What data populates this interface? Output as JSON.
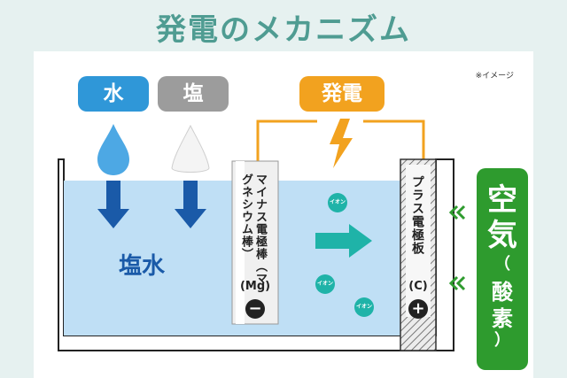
{
  "title": "発電のメカニズム",
  "note": "※イメージ",
  "labels": {
    "water": "水",
    "salt": "塩",
    "power": "発電",
    "salt_water": "塩水",
    "minus_electrode": "マイナス電極棒（マグネシウム棒）",
    "minus_electrode_sub": "(Mg)",
    "plus_electrode": "プラス電極板",
    "plus_electrode_sub": "(C)",
    "ion": "イオン",
    "minus_sign": "−",
    "plus_sign": "+",
    "air_main_1": "空",
    "air_main_2": "気",
    "air_sub_open": "（",
    "air_sub_1": "酸",
    "air_sub_2": "素",
    "air_sub_close": "）"
  },
  "colors": {
    "title": "#4f9c92",
    "water_label": "#2f97d8",
    "salt_label": "#9c9c9c",
    "power": "#f2a21f",
    "salt_water_fill": "#bfdff5",
    "text_blue": "#1a5aa8",
    "ion": "#1fb3a8",
    "air": "#2e9b2e"
  },
  "icons": [
    "water-drop-icon",
    "salt-pile-icon",
    "lightning-bolt-icon",
    "down-arrow-icon",
    "right-arrow-icon",
    "double-chevron-left-icon"
  ]
}
